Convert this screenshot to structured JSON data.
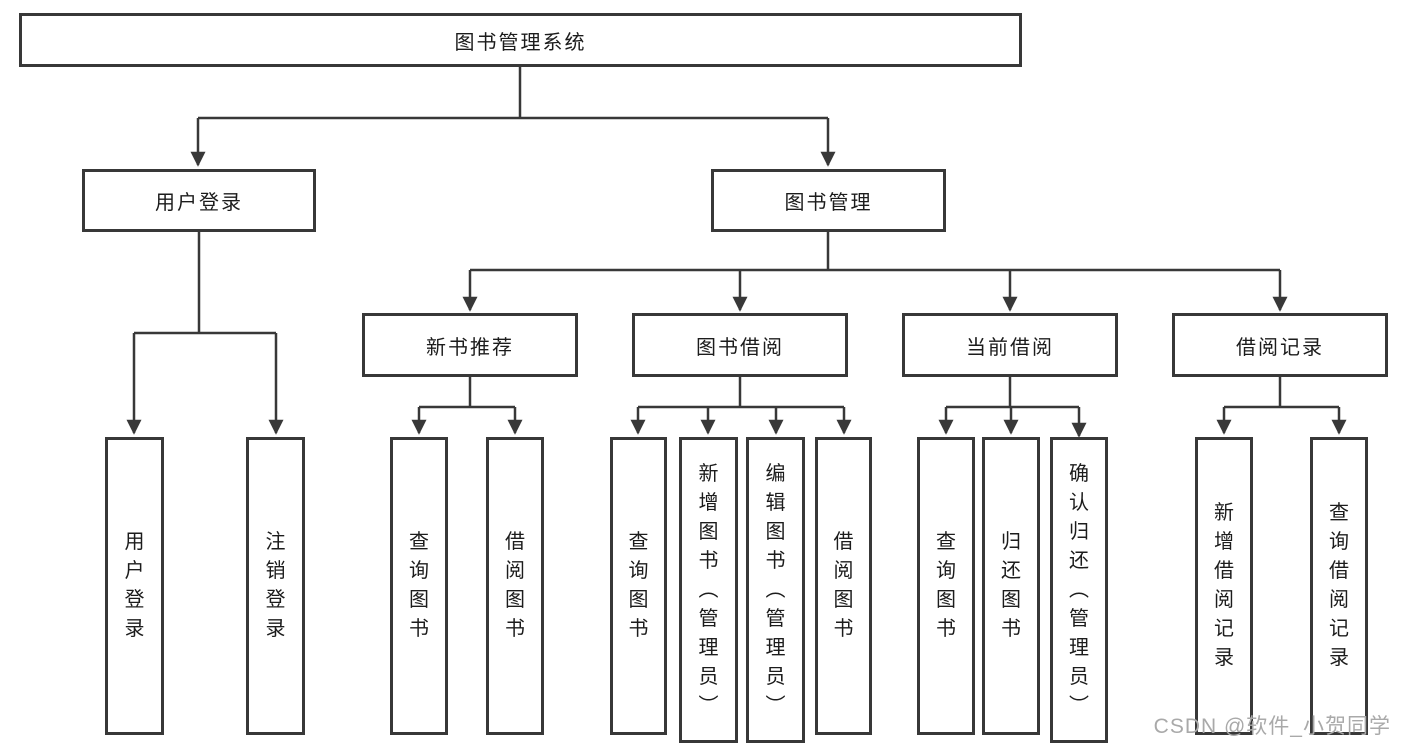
{
  "diagram": {
    "root": {
      "label": "图书管理系统"
    },
    "level2": [
      {
        "label": "用户登录",
        "leaves": [
          "用户登录",
          "注销登录"
        ]
      },
      {
        "label": "图书管理",
        "level3": [
          {
            "label": "新书推荐",
            "leaves": [
              "查询图书",
              "借阅图书"
            ]
          },
          {
            "label": "图书借阅",
            "leaves": [
              "查询图书",
              "新增图书（管理员）",
              "编辑图书（管理员）",
              "借阅图书"
            ]
          },
          {
            "label": "当前借阅",
            "leaves": [
              "查询图书",
              "归还图书",
              "确认归还（管理员）"
            ]
          },
          {
            "label": "借阅记录",
            "leaves": [
              "新增借阅记录",
              "查询借阅记录"
            ]
          }
        ]
      }
    ]
  },
  "watermark": {
    "text": "CSDN @软件_小贺同学"
  },
  "colors": {
    "line": "#383838",
    "box_border": "#383838",
    "text": "#1c1c1c",
    "watermark": "#a9a9a9",
    "background": "#ffffff"
  }
}
